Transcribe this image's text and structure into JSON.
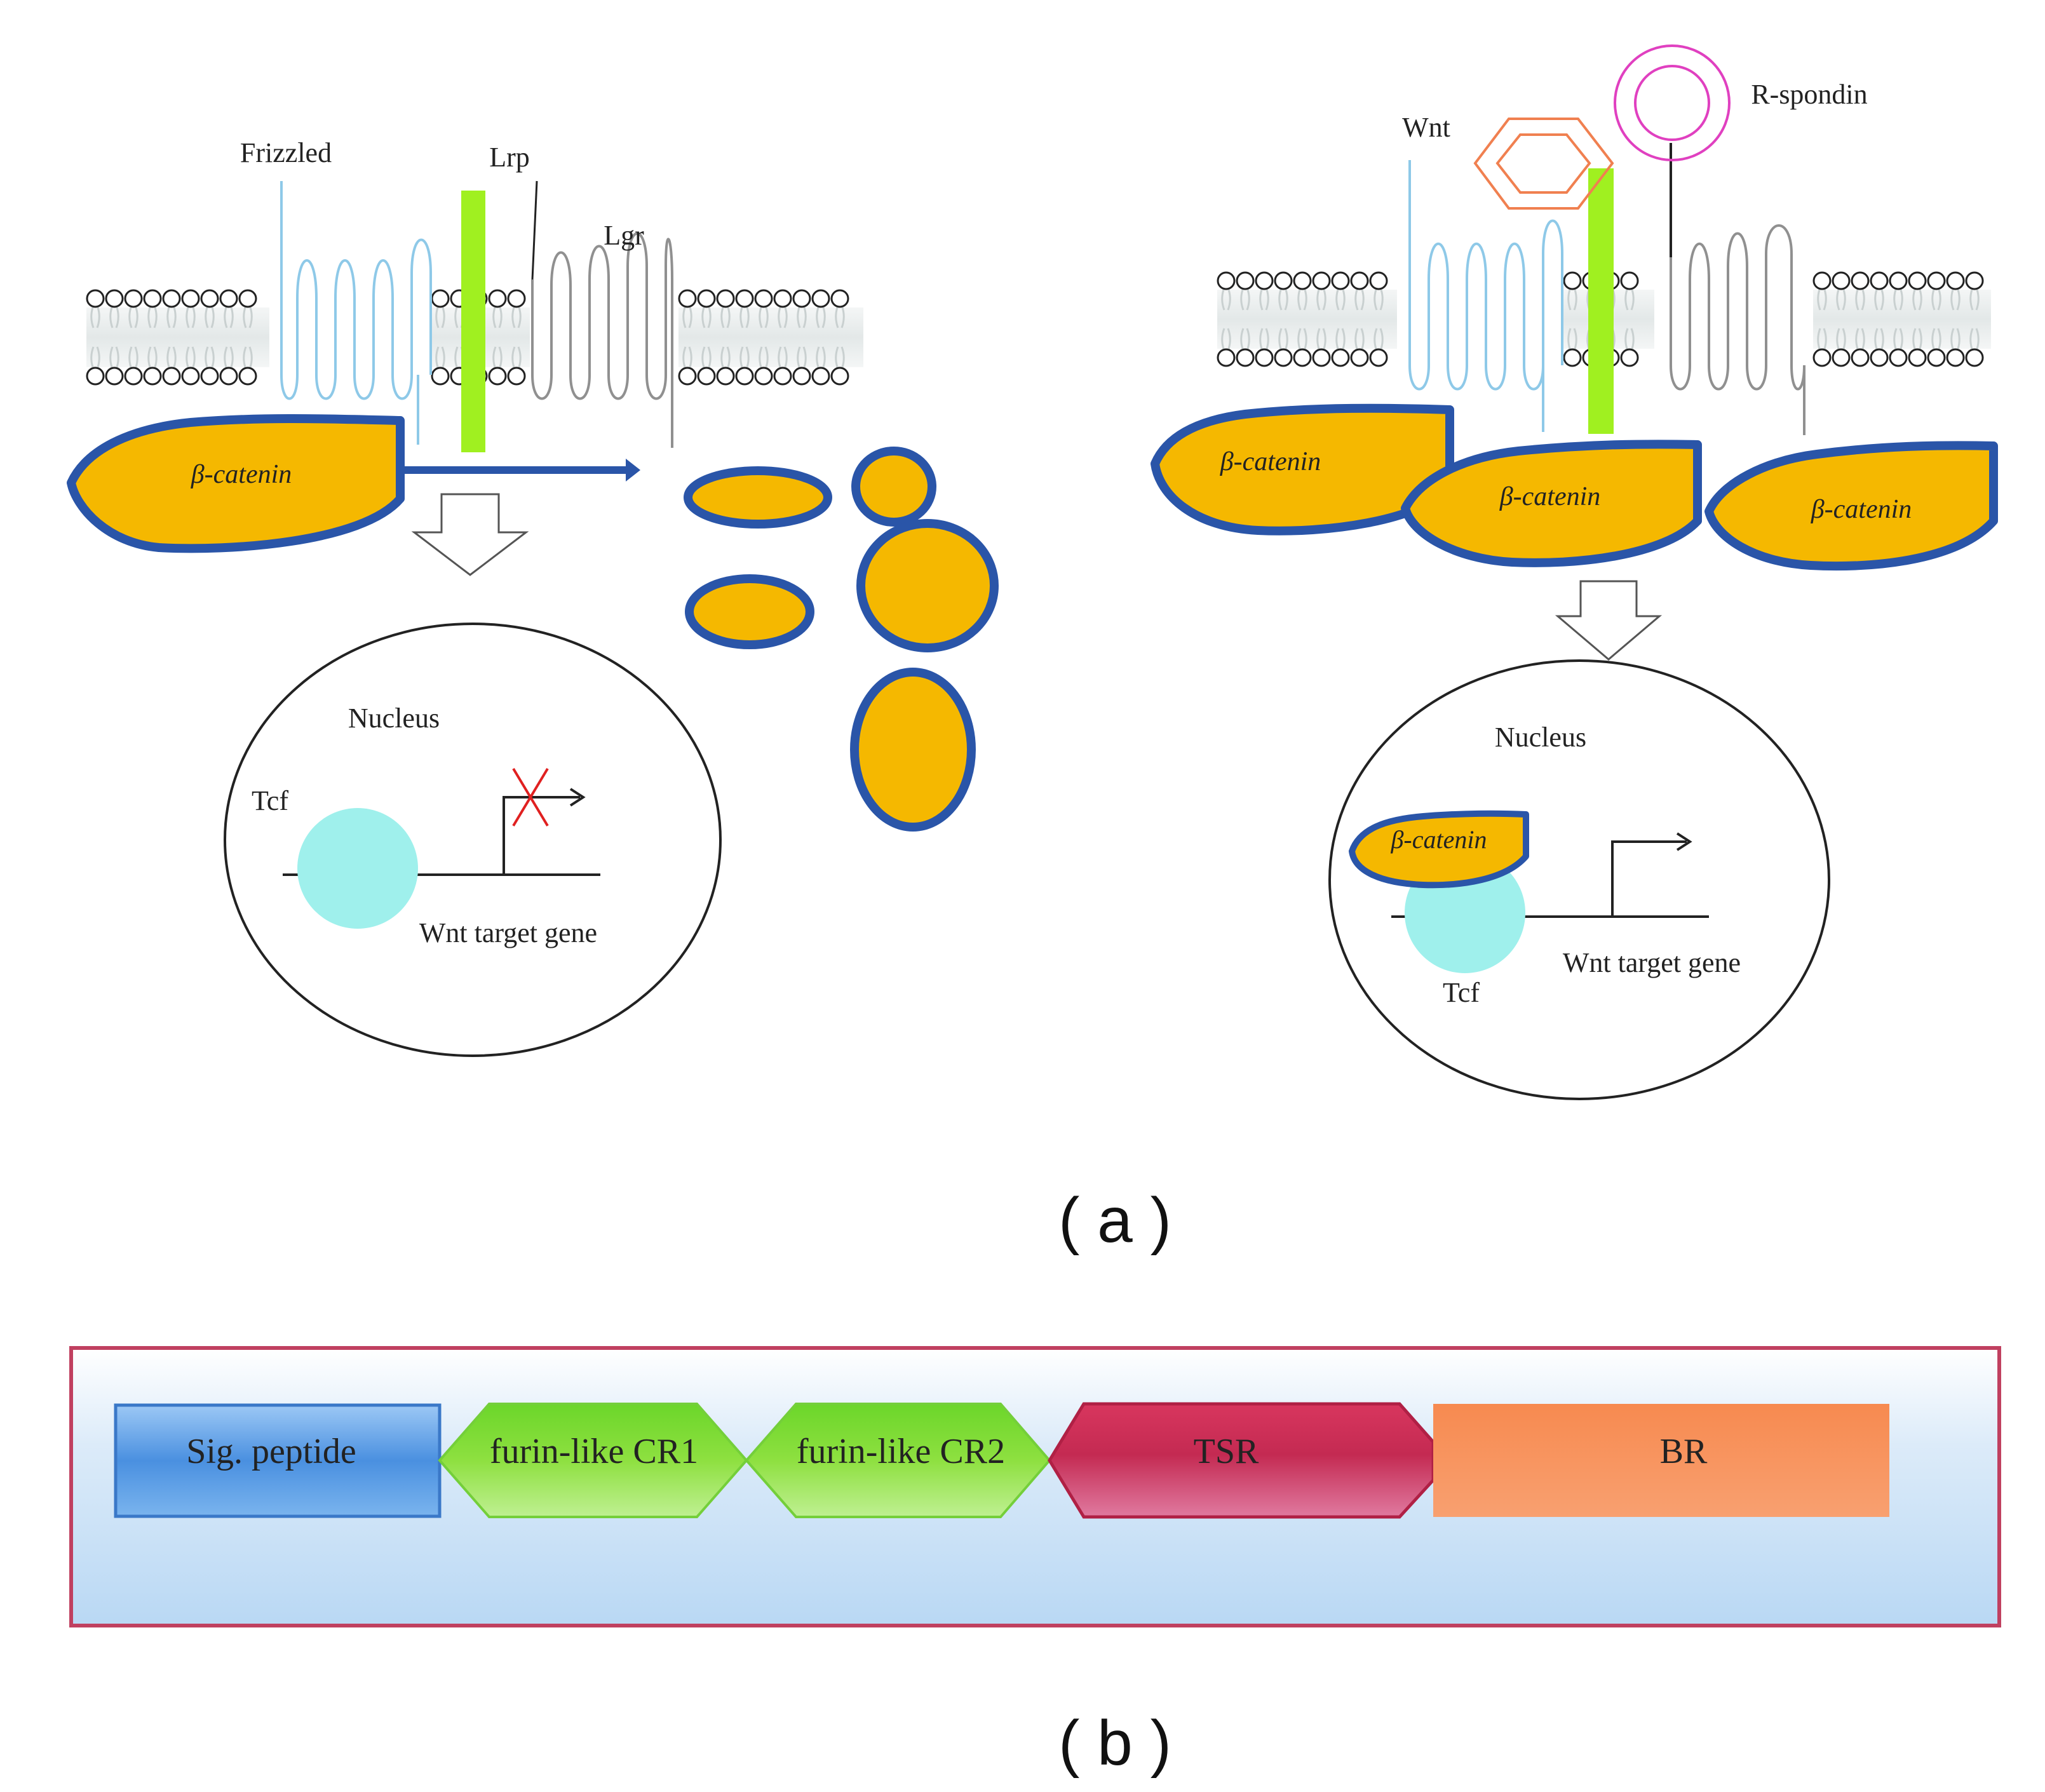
{
  "panel_a": {
    "caption": "( a )",
    "left": {
      "frizzled": "Frizzled",
      "lrp": "Lrp",
      "lgr": "Lgr",
      "beta_catenin": "β-catenin",
      "nucleus": "Nucleus",
      "tcf": "Tcf",
      "target_gene": "Wnt target gene"
    },
    "right": {
      "wnt": "Wnt",
      "rspondin": "R-spondin",
      "beta_catenin_1": "β-catenin",
      "beta_catenin_2": "β-catenin",
      "beta_catenin_3": "β-catenin",
      "nucleus": "Nucleus",
      "beta_catenin_nuclear": "β-catenin",
      "tcf": "Tcf",
      "target_gene": "Wnt target gene"
    }
  },
  "panel_b": {
    "caption": "( b )",
    "domains": [
      "Sig. peptide",
      "furin-like CR1",
      "furin-like CR2",
      "TSR",
      "BR"
    ]
  },
  "colors": {
    "catenin_fill": "#f5b800",
    "catenin_outline": "#2a55a8",
    "lrp_green": "#a0f020",
    "frizzled_blue": "#8ec9e8",
    "tcf_cyan": "#9ff0ec",
    "wnt_orange": "#f08050",
    "rspondin_magenta": "#e040c0",
    "inhibit_red": "#e02020",
    "sig_peptide": "#4a90e0",
    "furin_green": "#8ee040",
    "tsr": "#c83a60",
    "br": "#f7905a",
    "frame": "#c04060"
  }
}
